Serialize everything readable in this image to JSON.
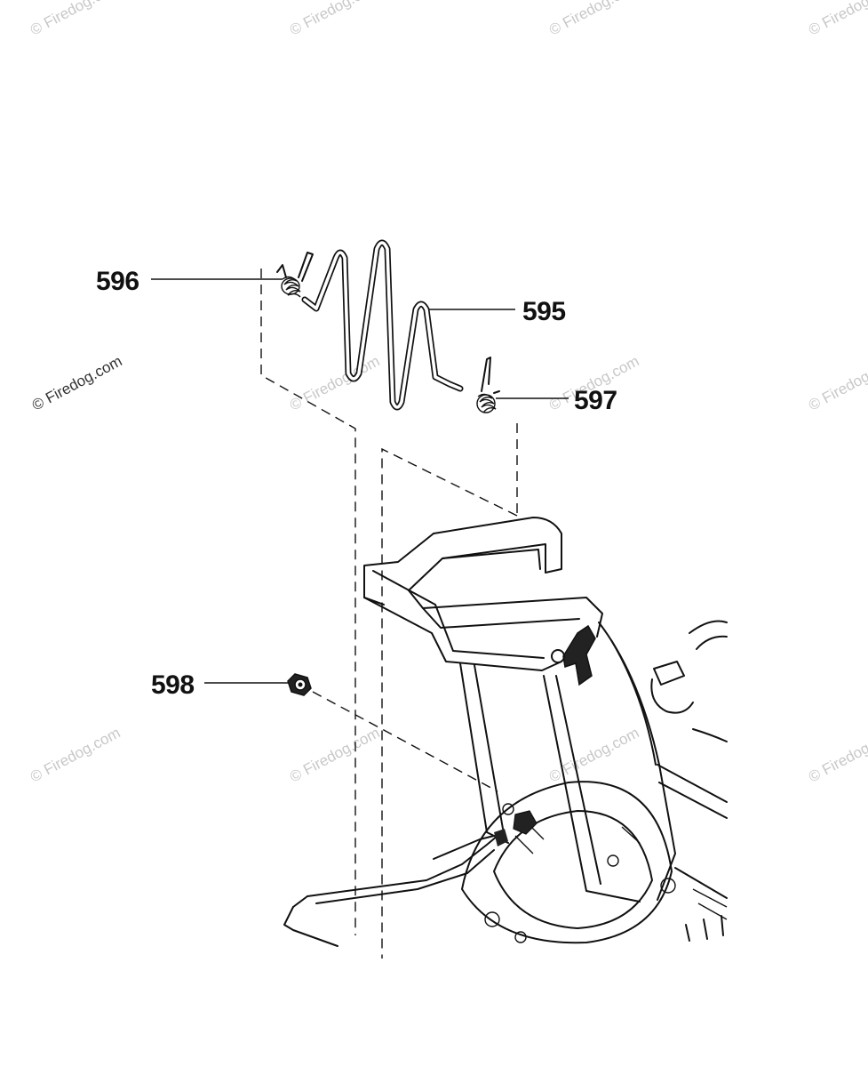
{
  "diagram": {
    "callouts": {
      "c596": "596",
      "c595": "595",
      "c597": "597",
      "c598": "598"
    },
    "watermark": "© Firedog.com",
    "parts": {
      "595": "wire-spring-clip",
      "596": "torsion-spring-left",
      "597": "torsion-spring-right",
      "598": "flange-nut"
    }
  }
}
